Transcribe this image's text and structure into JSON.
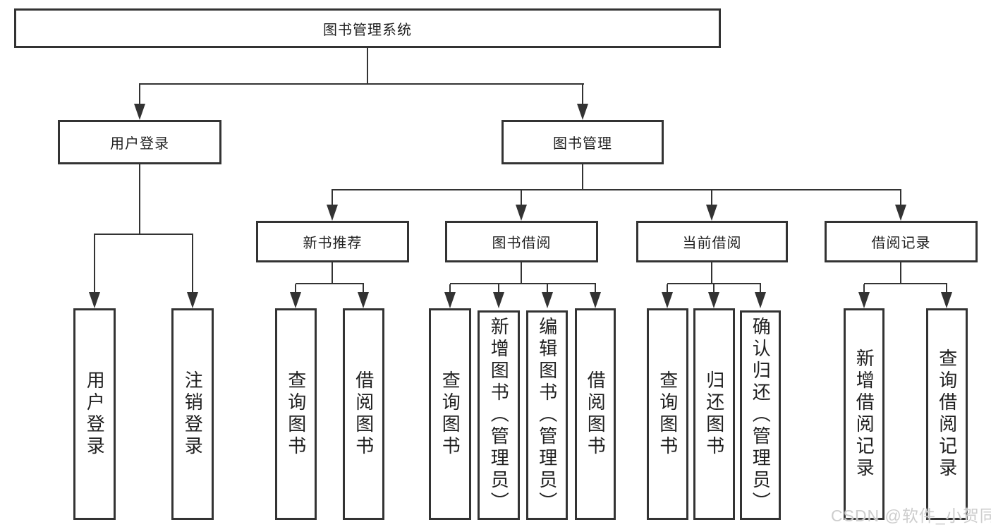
{
  "tree": {
    "root": "图书管理系统",
    "branches": [
      {
        "label": "用户登录",
        "children": [
          {
            "label": "用户登录"
          },
          {
            "label": "注销登录"
          }
        ]
      },
      {
        "label": "图书管理",
        "children": [
          {
            "label": "新书推荐",
            "children": [
              {
                "label": "查询图书"
              },
              {
                "label": "借阅图书"
              }
            ]
          },
          {
            "label": "图书借阅",
            "children": [
              {
                "label": "查询图书"
              },
              {
                "label": "新增图书（管理员）"
              },
              {
                "label": "编辑图书（管理员）"
              },
              {
                "label": "借阅图书"
              }
            ]
          },
          {
            "label": "当前借阅",
            "children": [
              {
                "label": "查询图书"
              },
              {
                "label": "归还图书"
              },
              {
                "label": "确认归还（管理员）"
              }
            ]
          },
          {
            "label": "借阅记录",
            "children": [
              {
                "label": "新增借阅记录"
              },
              {
                "label": "查询借阅记录"
              }
            ]
          }
        ]
      }
    ]
  },
  "colors": {
    "line": "#333333",
    "text": "#1f1f1f",
    "background": "#ffffff",
    "watermark": "#cdcdcd"
  },
  "watermark": "CSDN @软件_小贺同学"
}
